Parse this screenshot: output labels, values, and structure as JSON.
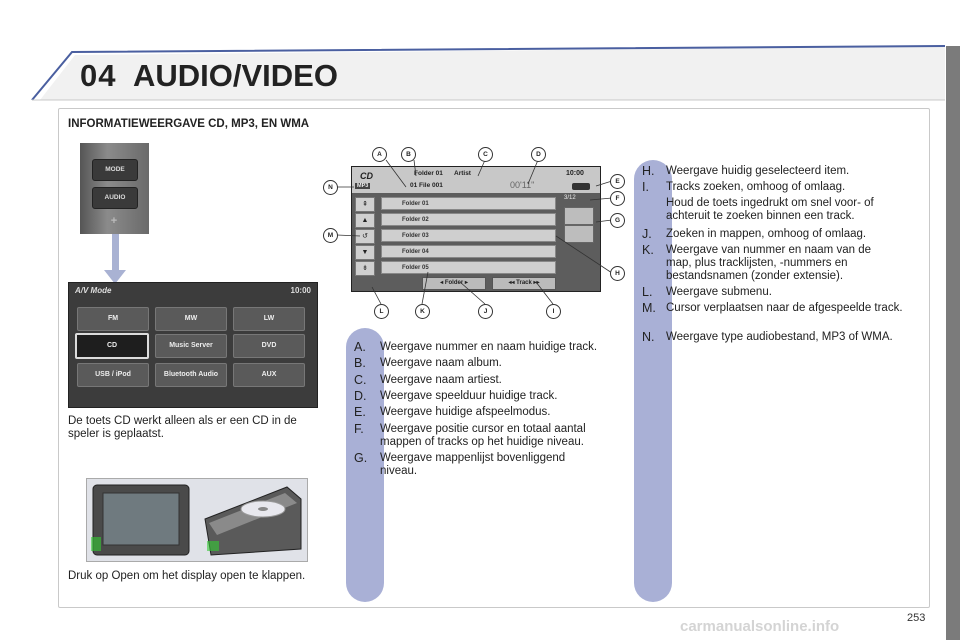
{
  "header": {
    "chapter": "04",
    "title": "AUDIO/VIDEO"
  },
  "section_heading": "INFORMATIEWEERGAVE CD, MP3, EN WMA",
  "mode_panel": {
    "buttons": [
      "MODE",
      "AUDIO",
      "+"
    ]
  },
  "av_screen": {
    "title": "A/V Mode",
    "clock": "10:00",
    "buttons": [
      "FM",
      "MW",
      "LW",
      "CD",
      "Music Server",
      "DVD",
      "USB / iPod",
      "Bluetooth Audio",
      "AUX"
    ],
    "selected": "CD"
  },
  "cd_note": "De toets CD werkt alleen als er een CD in de speler is geplaatst.",
  "open_note": "Druk op Open om het display open te klappen.",
  "cd_screen": {
    "mode_label": "CD",
    "folder_info": "Folder 01",
    "artist_info": "Artist",
    "file_info": "01 File 001",
    "type_badge": "MP3",
    "clock": "10:00",
    "elapsed": "00'11\"",
    "track_count": "3/12",
    "folders": [
      "Folder 01",
      "Folder 02",
      "Folder 03",
      "Folder 04",
      "Folder 05"
    ],
    "folder_button": "Folder",
    "track_button": "Track",
    "callouts": [
      "A",
      "B",
      "C",
      "D",
      "E",
      "F",
      "G",
      "H",
      "I",
      "J",
      "K",
      "L",
      "M",
      "N"
    ]
  },
  "list_a": [
    {
      "letter": "A.",
      "text": "Weergave nummer en naam huidige track."
    },
    {
      "letter": "B.",
      "text": "Weergave naam album."
    },
    {
      "letter": "C.",
      "text": "Weergave naam artiest."
    },
    {
      "letter": "D.",
      "text": "Weergave speelduur huidige track."
    },
    {
      "letter": "E.",
      "text": "Weergave huidige afspeelmodus."
    },
    {
      "letter": "F.",
      "text": "Weergave positie cursor en totaal aantal mappen of tracks op het huidige niveau."
    },
    {
      "letter": "G.",
      "text": "Weergave mappenlijst bovenliggend niveau."
    }
  ],
  "list_h": [
    {
      "letter": "H.",
      "text": "Weergave huidig geselecteerd item."
    },
    {
      "letter": "I.",
      "text": "Tracks zoeken, omhoog of omlaag."
    },
    {
      "letter": "",
      "text": "Houd de toets ingedrukt om snel voor- of achteruit te zoeken binnen een track."
    },
    {
      "letter": "J.",
      "text": "Zoeken in mappen, omhoog of omlaag."
    },
    {
      "letter": "K.",
      "text": "Weergave van nummer en naam van de map, plus tracklijsten, -nummers en bestandsnamen (zonder extensie)."
    },
    {
      "letter": "L.",
      "text": "Weergave submenu."
    },
    {
      "letter": "M.",
      "text": "Cursor verplaatsen naar de afgespeelde track."
    },
    {
      "letter": "N.",
      "text": "Weergave type audiobestand, MP3 of WMA."
    }
  ],
  "page_number": "253",
  "watermark": "carmanualsonline.info",
  "colors": {
    "pill": "#a9b0d6",
    "right_bar": "#7b7b7b",
    "header_line": "#4a5fa0"
  }
}
